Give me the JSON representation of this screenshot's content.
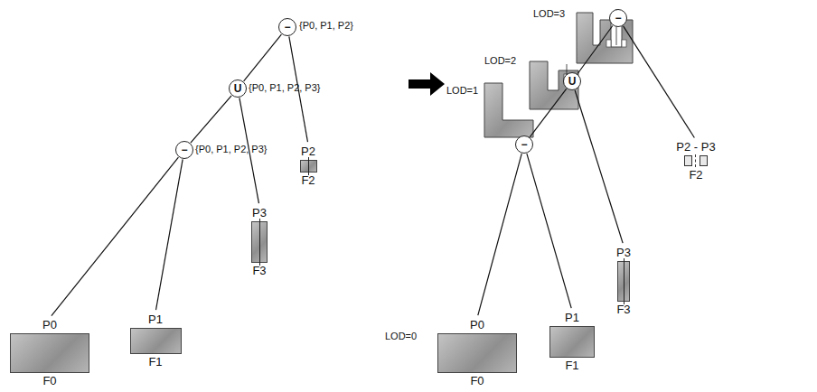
{
  "diagram": {
    "nodes": [
      {
        "text": [
          "−"
        ]
      },
      {
        "text": [
          "U"
        ]
      },
      {
        "text": [
          "−"
        ]
      },
      {
        "text": [
          "P0",
          "F0"
        ]
      },
      {
        "text": [
          "P1",
          "F1"
        ]
      },
      {
        "text": [
          "P3",
          "F3"
        ]
      },
      {
        "text": [
          "P2",
          "F2"
        ]
      },
      {
        "text": [
          "−"
        ]
      },
      {
        "text": [
          "U"
        ]
      },
      {
        "text": [
          "−"
        ]
      },
      {
        "text": [
          "P0",
          "F0"
        ]
      },
      {
        "text": [
          "P1",
          "F1"
        ]
      },
      {
        "text": [
          "P3",
          "F3"
        ]
      },
      {
        "text": [
          "P2 - P3",
          "F2"
        ]
      }
    ],
    "edges": [
      {
        "from": 0,
        "to": 1,
        "arrow": "none"
      },
      {
        "from": 0,
        "to": 6,
        "arrow": "none"
      },
      {
        "from": 1,
        "to": 2,
        "arrow": "none"
      },
      {
        "from": 1,
        "to": 5,
        "arrow": "none"
      },
      {
        "from": 2,
        "to": 3,
        "arrow": "none"
      },
      {
        "from": 2,
        "to": 4,
        "arrow": "none"
      },
      {
        "from": 7,
        "to": 8,
        "arrow": "none"
      },
      {
        "from": 7,
        "to": 13,
        "arrow": "none"
      },
      {
        "from": 8,
        "to": 9,
        "arrow": "none"
      },
      {
        "from": 8,
        "to": 12,
        "arrow": "none"
      },
      {
        "from": 9,
        "to": 10,
        "arrow": "none"
      },
      {
        "from": 9,
        "to": 11,
        "arrow": "none"
      }
    ],
    "labels": [
      "{P0, P1, P2}",
      "{P0, P1, P2, P3}",
      "{P0, P1, P2, P3}",
      "LOD=3",
      "LOD=2",
      "LOD=1",
      "LOD=0"
    ]
  }
}
